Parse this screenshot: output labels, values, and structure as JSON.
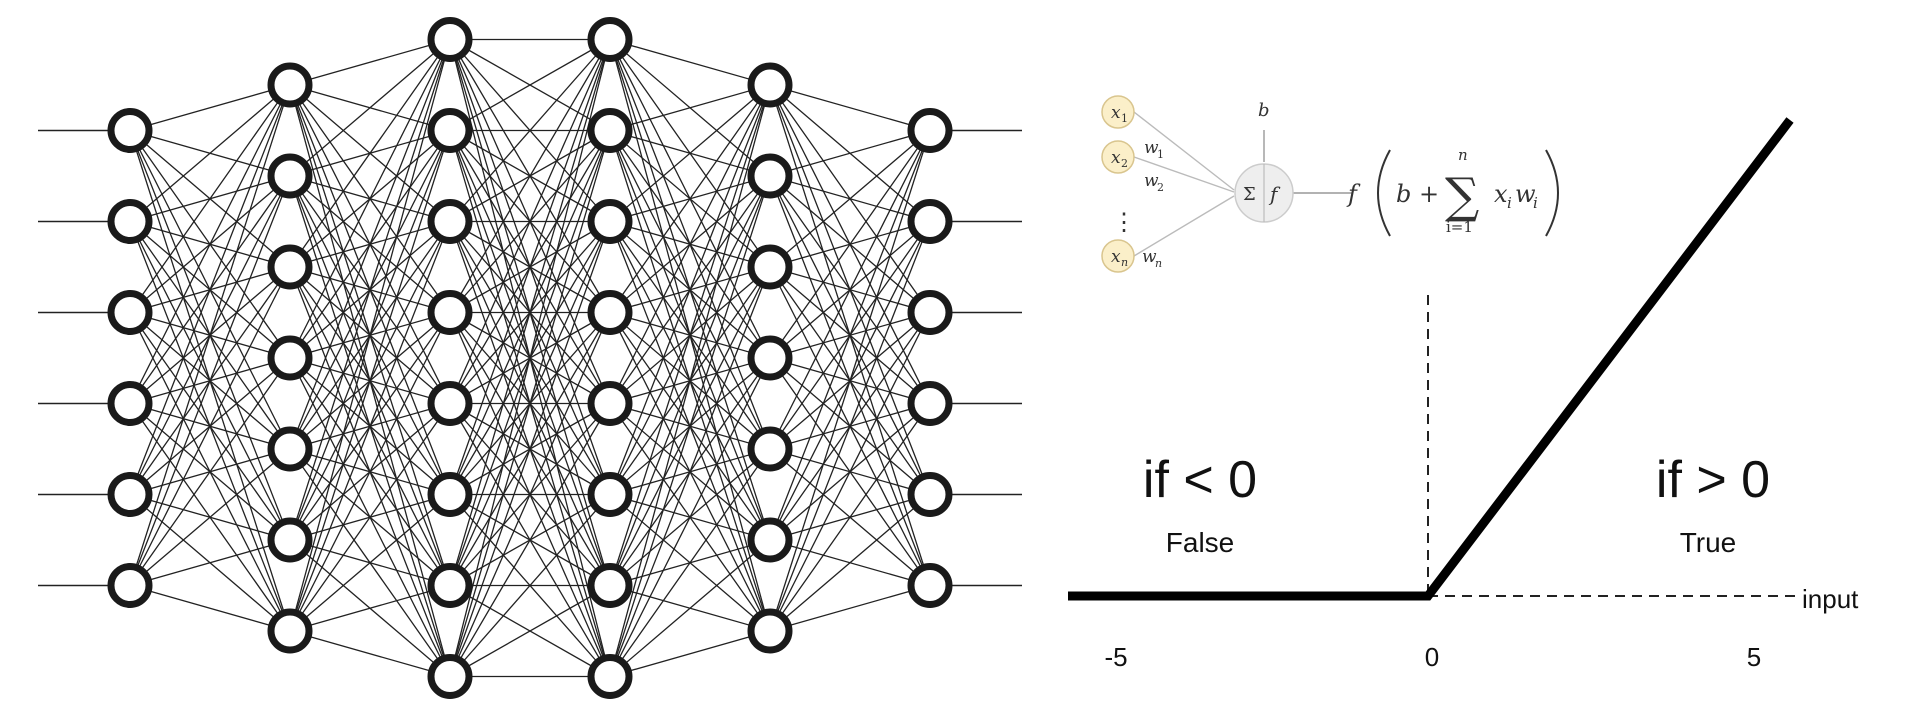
{
  "network": {
    "layers": [
      6,
      7,
      8,
      8,
      7,
      6
    ]
  },
  "neuron": {
    "inputs": [
      {
        "sym": "x",
        "sub": "1"
      },
      {
        "sym": "x",
        "sub": "2"
      },
      {
        "sym": "x",
        "sub": "n"
      }
    ],
    "weights": [
      {
        "sym": "w",
        "sub": "1"
      },
      {
        "sym": "w",
        "sub": "2"
      },
      {
        "sym": "w",
        "sub": "n"
      }
    ],
    "ellipsis": "⋮",
    "bias": "b",
    "sum_symbol": "Σ",
    "activation": "f",
    "formula": {
      "f": "f",
      "b": "b +",
      "sigma": "∑",
      "upper": "n",
      "lower": "i=1",
      "term": "x",
      "term_sub_1": "i",
      "term2": "w",
      "term_sub_2": "i"
    }
  },
  "activation_plot": {
    "left_condition": "if < 0",
    "left_result": "False",
    "right_condition": "if > 0",
    "right_result": "True",
    "axis_label": "input",
    "ticks": [
      "-5",
      "0",
      "5"
    ]
  },
  "colors": {
    "node_stroke": "#1a1a1a",
    "input_node_fill": "#fbefc9",
    "input_node_stroke": "#d9c58e",
    "sum_node_fill": "#eeeeee",
    "relu_line": "#000000"
  }
}
